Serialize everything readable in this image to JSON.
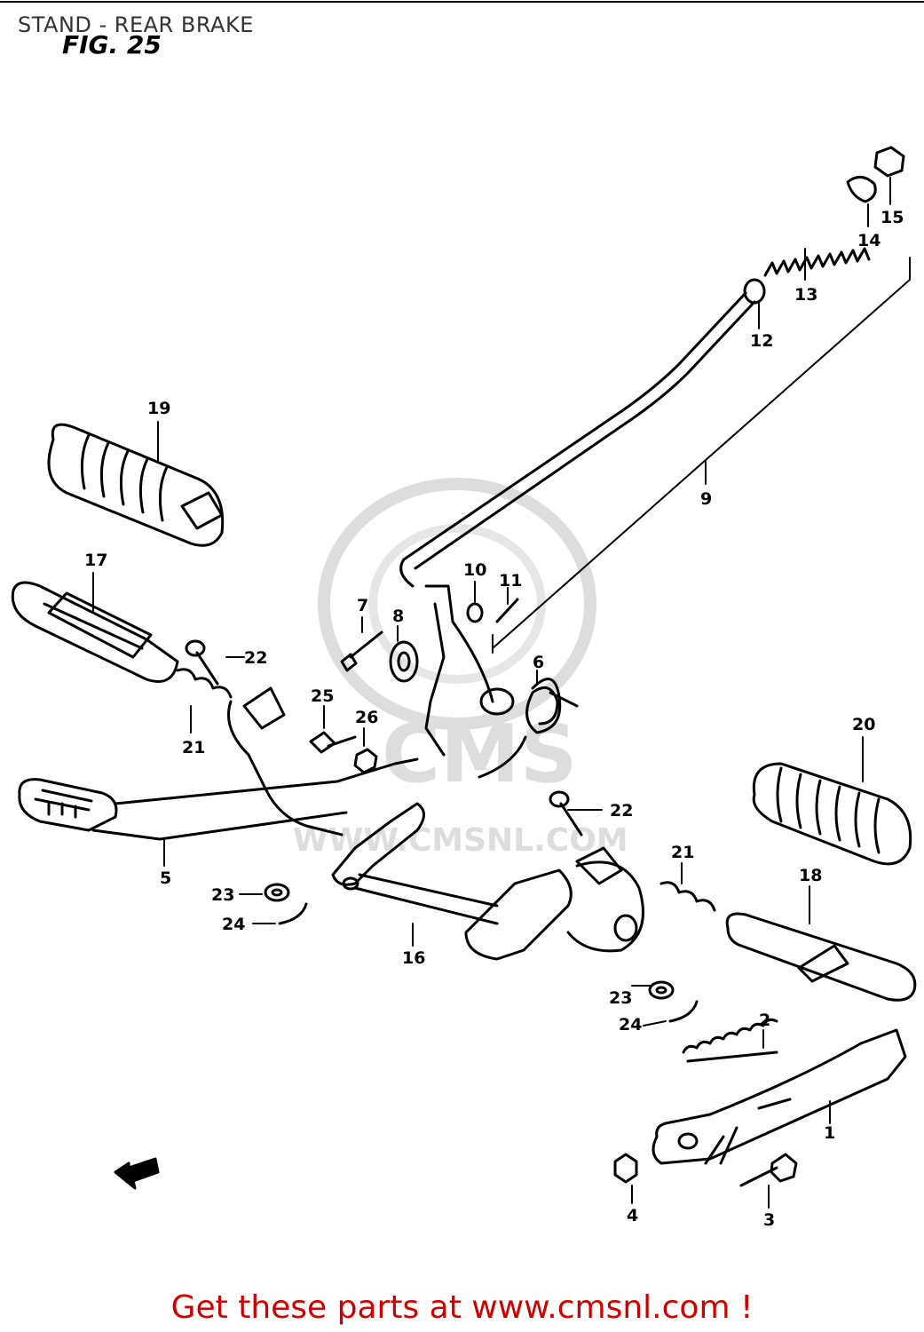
{
  "header": {
    "title": "STAND - REAR BRAKE",
    "figure_label": "FIG. 25"
  },
  "watermark": {
    "brand": "CMS",
    "url": "WWW.CMSNL.COM"
  },
  "callouts": {
    "c1": "1",
    "c2": "2",
    "c3": "3",
    "c4": "4",
    "c5": "5",
    "c6": "6",
    "c7": "7",
    "c8": "8",
    "c9": "9",
    "c10": "10",
    "c11": "11",
    "c12": "12",
    "c13": "13",
    "c14": "14",
    "c15": "15",
    "c16": "16",
    "c17": "17",
    "c18": "18",
    "c19": "19",
    "c20": "20",
    "c21a": "21",
    "c21b": "21",
    "c22a": "22",
    "c22b": "22",
    "c23a": "23",
    "c23b": "23",
    "c24a": "24",
    "c24b": "24",
    "c25": "25",
    "c26": "26"
  },
  "footer": {
    "cta_prefix": "Get these parts at ",
    "cta_link": "www.cmsnl.com",
    "cta_suffix": " !"
  },
  "colors": {
    "line": "#000000",
    "cta": "#cc0000",
    "watermark": "#dddddd"
  }
}
